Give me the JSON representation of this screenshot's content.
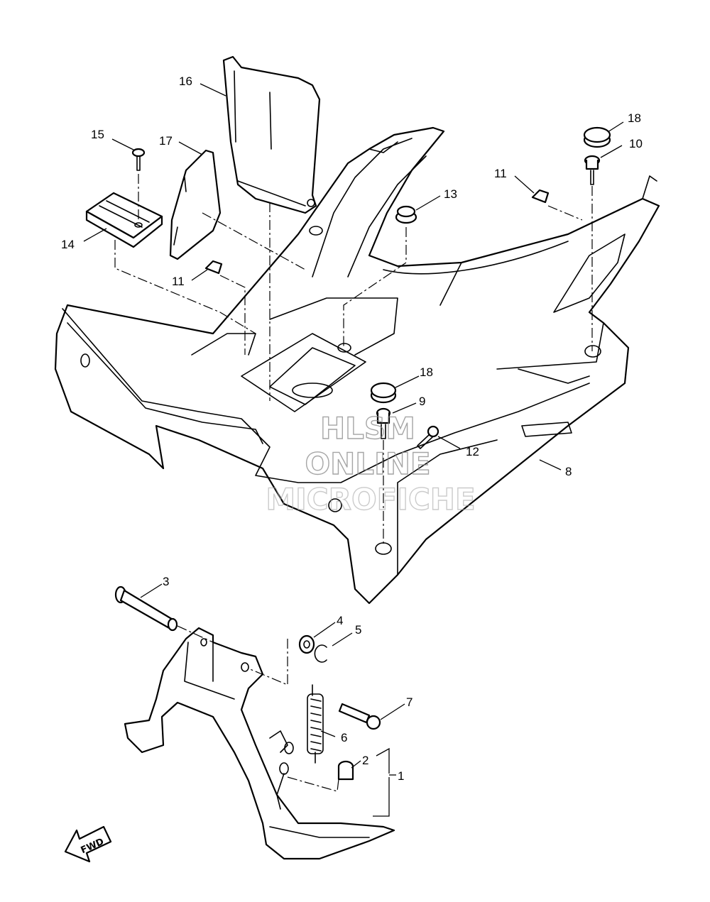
{
  "callouts": [
    {
      "id": "c1",
      "label": "1"
    },
    {
      "id": "c2",
      "label": "2"
    },
    {
      "id": "c3",
      "label": "3"
    },
    {
      "id": "c4",
      "label": "4"
    },
    {
      "id": "c5",
      "label": "5"
    },
    {
      "id": "c6",
      "label": "6"
    },
    {
      "id": "c7",
      "label": "7"
    },
    {
      "id": "c8",
      "label": "8"
    },
    {
      "id": "c9",
      "label": "9"
    },
    {
      "id": "c10",
      "label": "10"
    },
    {
      "id": "c11a",
      "label": "11"
    },
    {
      "id": "c11b",
      "label": "11"
    },
    {
      "id": "c12",
      "label": "12"
    },
    {
      "id": "c13",
      "label": "13"
    },
    {
      "id": "c14",
      "label": "14"
    },
    {
      "id": "c15",
      "label": "15"
    },
    {
      "id": "c16",
      "label": "16"
    },
    {
      "id": "c17",
      "label": "17"
    },
    {
      "id": "c18a",
      "label": "18"
    },
    {
      "id": "c18b",
      "label": "18"
    }
  ],
  "watermark": {
    "line1": "HLSM",
    "line2": "ONLINE",
    "line3": "MICROFICHE"
  },
  "direction_badge": {
    "label": "FWD"
  }
}
